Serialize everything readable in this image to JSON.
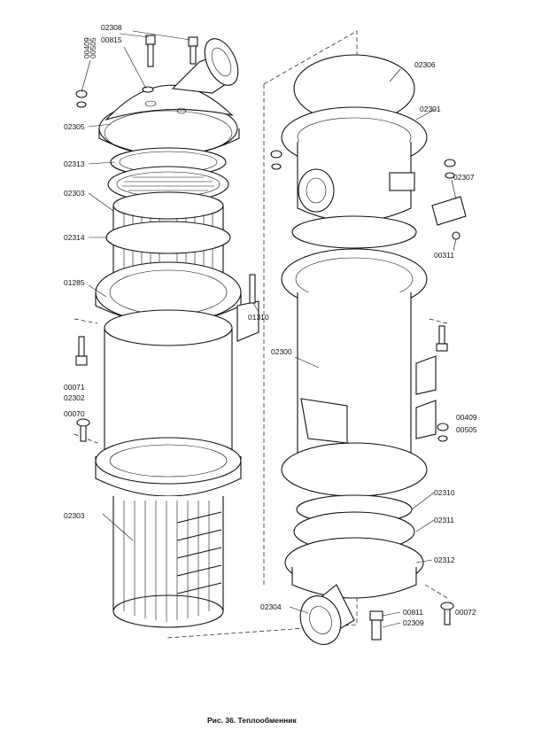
{
  "caption": "Рис. 36. Теплообменник",
  "labels": {
    "l02308": "02308",
    "l00815": "00815",
    "l00409a": "00409",
    "l00505a": "00505",
    "l02305": "02305",
    "l02313": "02313",
    "l02303a": "02303",
    "l02314": "02314",
    "l01285": "01285",
    "l01310": "01310",
    "l00071": "00071",
    "l02302": "02302",
    "l00070": "00070",
    "l02303b": "02303",
    "l02306": "02306",
    "l02301": "02301",
    "l02307": "02307",
    "l00311": "00311",
    "l02300": "02300",
    "l00409b": "00409",
    "l00505b": "00505",
    "l02310": "02310",
    "l02311": "02311",
    "l02312": "02312",
    "l02304": "02304",
    "l00811": "00811",
    "l02309": "02309",
    "l00072": "00072"
  }
}
